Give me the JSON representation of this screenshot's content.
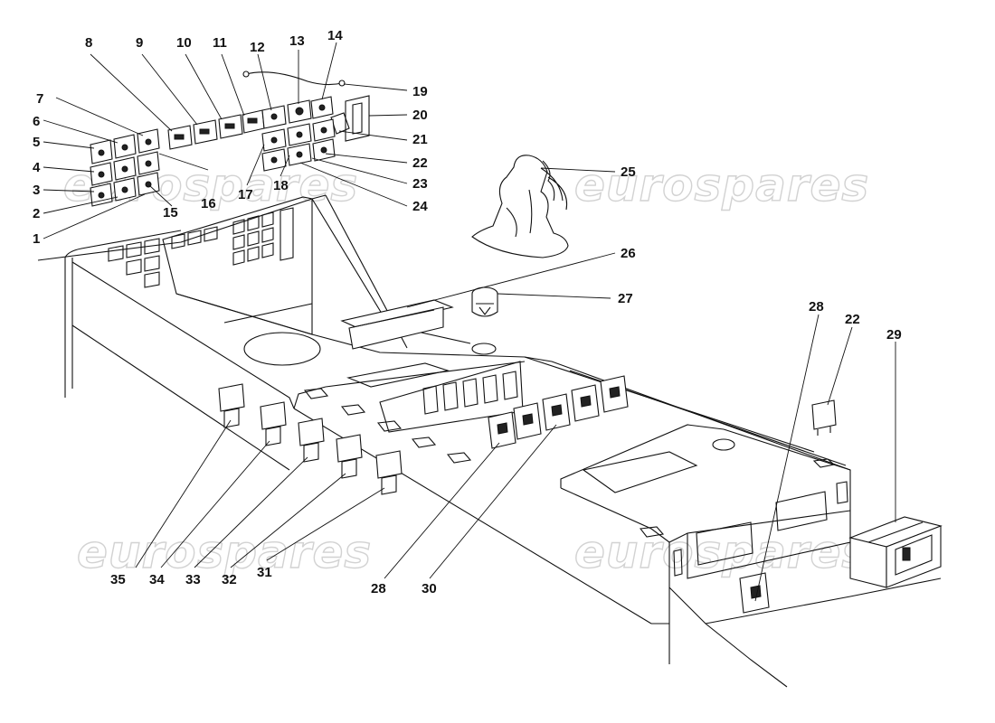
{
  "watermark": {
    "text": "eurospares"
  },
  "labels": [
    {
      "id": "lbl-8",
      "text": "8"
    },
    {
      "id": "lbl-9",
      "text": "9"
    },
    {
      "id": "lbl-10",
      "text": "10"
    },
    {
      "id": "lbl-11",
      "text": "11"
    },
    {
      "id": "lbl-12",
      "text": "12"
    },
    {
      "id": "lbl-13",
      "text": "13"
    },
    {
      "id": "lbl-14",
      "text": "14"
    },
    {
      "id": "lbl-19",
      "text": "19"
    },
    {
      "id": "lbl-20",
      "text": "20"
    },
    {
      "id": "lbl-21",
      "text": "21"
    },
    {
      "id": "lbl-22a",
      "text": "22"
    },
    {
      "id": "lbl-23",
      "text": "23"
    },
    {
      "id": "lbl-24",
      "text": "24"
    },
    {
      "id": "lbl-25",
      "text": "25"
    },
    {
      "id": "lbl-7",
      "text": "7"
    },
    {
      "id": "lbl-6",
      "text": "6"
    },
    {
      "id": "lbl-5",
      "text": "5"
    },
    {
      "id": "lbl-4",
      "text": "4"
    },
    {
      "id": "lbl-3",
      "text": "3"
    },
    {
      "id": "lbl-2",
      "text": "2"
    },
    {
      "id": "lbl-1",
      "text": "1"
    },
    {
      "id": "lbl-15",
      "text": "15"
    },
    {
      "id": "lbl-16",
      "text": "16"
    },
    {
      "id": "lbl-17",
      "text": "17"
    },
    {
      "id": "lbl-18",
      "text": "18"
    },
    {
      "id": "lbl-26",
      "text": "26"
    },
    {
      "id": "lbl-27",
      "text": "27"
    },
    {
      "id": "lbl-28a",
      "text": "28"
    },
    {
      "id": "lbl-22b",
      "text": "22"
    },
    {
      "id": "lbl-29",
      "text": "29"
    },
    {
      "id": "lbl-35",
      "text": "35"
    },
    {
      "id": "lbl-34",
      "text": "34"
    },
    {
      "id": "lbl-33",
      "text": "33"
    },
    {
      "id": "lbl-32",
      "text": "32"
    },
    {
      "id": "lbl-31",
      "text": "31"
    },
    {
      "id": "lbl-28b",
      "text": "28"
    },
    {
      "id": "lbl-30",
      "text": "30"
    }
  ]
}
